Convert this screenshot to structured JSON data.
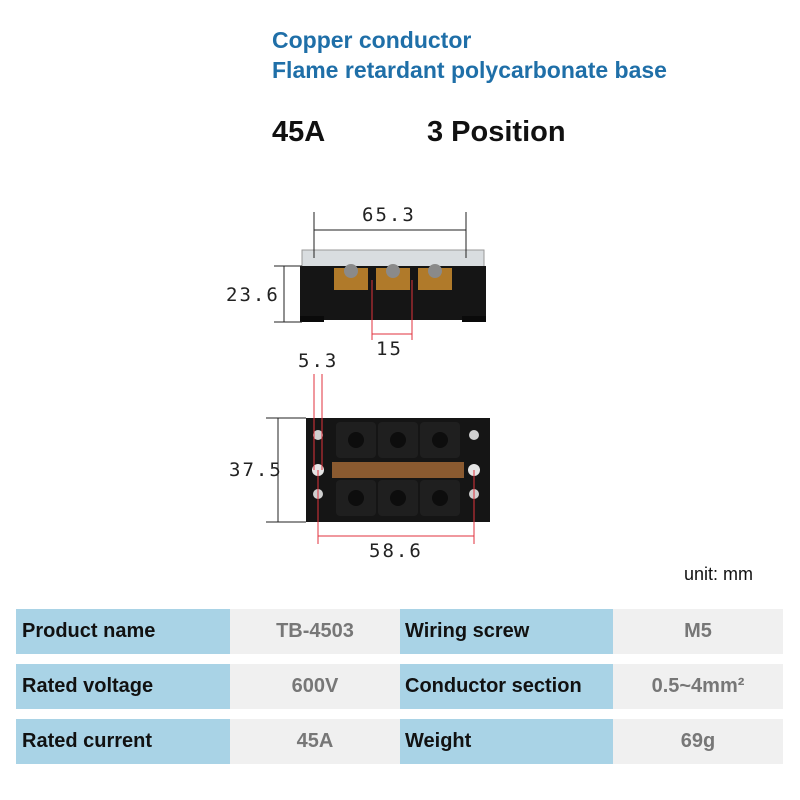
{
  "headline": {
    "line1": "Copper conductor",
    "line2": "Flame retardant polycarbonate base"
  },
  "rating": {
    "current": "45A",
    "positions": "3 Position"
  },
  "dimensions": {
    "overall_width": "65.3",
    "height": "23.6",
    "pitch": "15",
    "hole_diameter": "5.3",
    "depth": "37.5",
    "mounting_distance": "58.6",
    "unit": "unit: mm"
  },
  "specs": [
    {
      "label1": "Product name",
      "value1": "TB-4503",
      "label2": "Wiring screw",
      "value2": "M5"
    },
    {
      "label1": "Rated voltage",
      "value1": "600V",
      "label2": "Conductor section",
      "value2": "0.5~4mm²"
    },
    {
      "label1": "Rated current",
      "value1": "45A",
      "label2": "Weight",
      "value2": "69g"
    }
  ],
  "colors": {
    "headline": "#1f6fa8",
    "label_cell": "#a9d3e6",
    "value_cell": "#f0f0f0",
    "dimension_line_red": "#e0323c"
  }
}
